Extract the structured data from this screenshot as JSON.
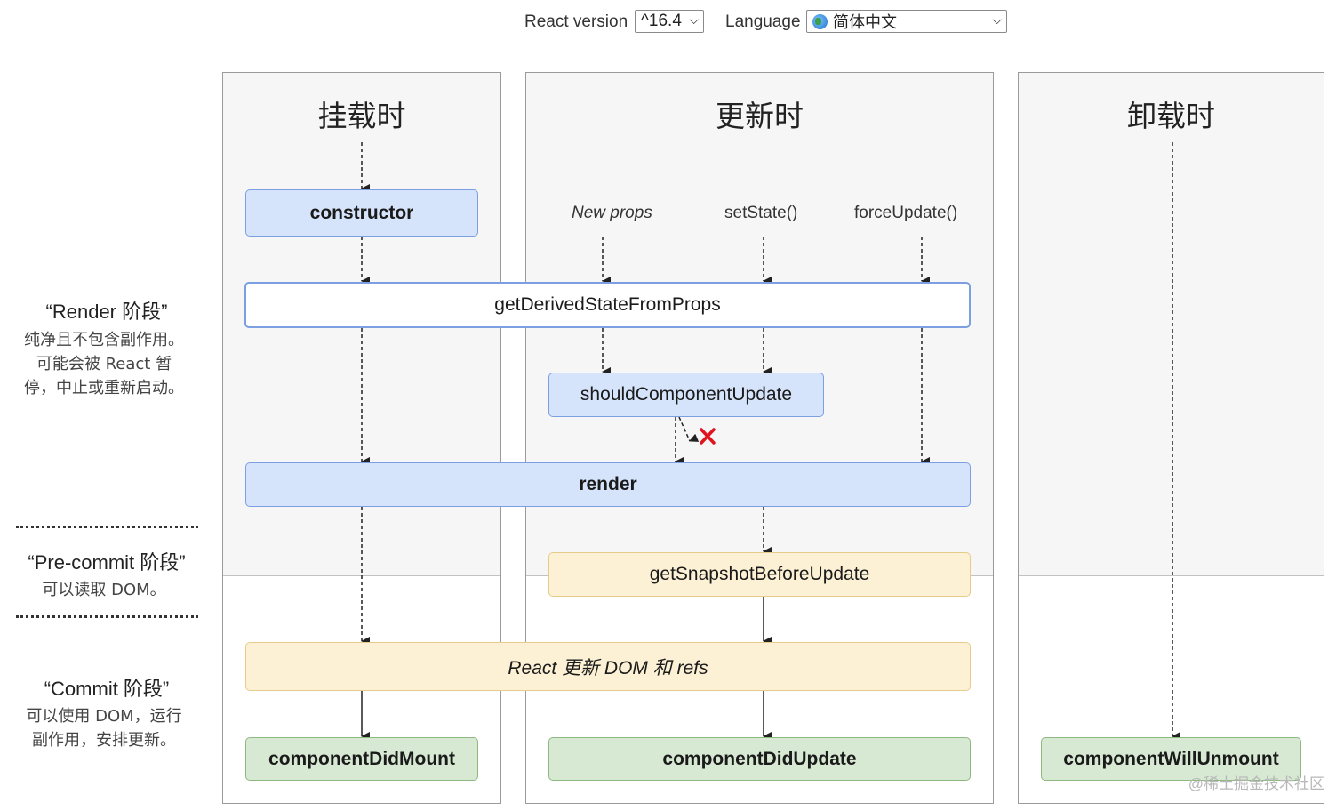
{
  "controls": {
    "react_version_label": "React version",
    "react_version_value": "^16.4",
    "language_label": "Language",
    "language_value": "简体中文"
  },
  "columns": {
    "mount_title": "挂载时",
    "update_title": "更新时",
    "unmount_title": "卸载时"
  },
  "triggers": {
    "new_props": "New props",
    "set_state": "setState()",
    "force_update": "forceUpdate()"
  },
  "methods": {
    "constructor": "constructor",
    "get_derived_state_from_props": "getDerivedStateFromProps",
    "should_component_update": "shouldComponentUpdate",
    "render": "render",
    "get_snapshot_before_update": "getSnapshotBeforeUpdate",
    "react_updates_dom": "React 更新 DOM 和 refs",
    "component_did_mount": "componentDidMount",
    "component_did_update": "componentDidUpdate",
    "component_will_unmount": "componentWillUnmount"
  },
  "phases": {
    "render_title": "“Render 阶段”",
    "render_desc_1": "纯净且不包含副作用。",
    "render_desc_2": "可能会被 React 暂",
    "render_desc_3": "停，中止或重新启动。",
    "precommit_title": "“Pre-commit 阶段”",
    "precommit_desc": "可以读取 DOM。",
    "commit_title": "“Commit 阶段”",
    "commit_desc_1": "可以使用 DOM，运行",
    "commit_desc_2": "副作用，安排更新。"
  },
  "watermark": "@稀土掘金技术社区",
  "colors": {
    "blue_fill": "#d6e4fb",
    "blue_border": "#7b9fe0",
    "yellow_fill": "#fcf1d4",
    "green_fill": "#d7e9d3",
    "cross": "#e0141e"
  }
}
